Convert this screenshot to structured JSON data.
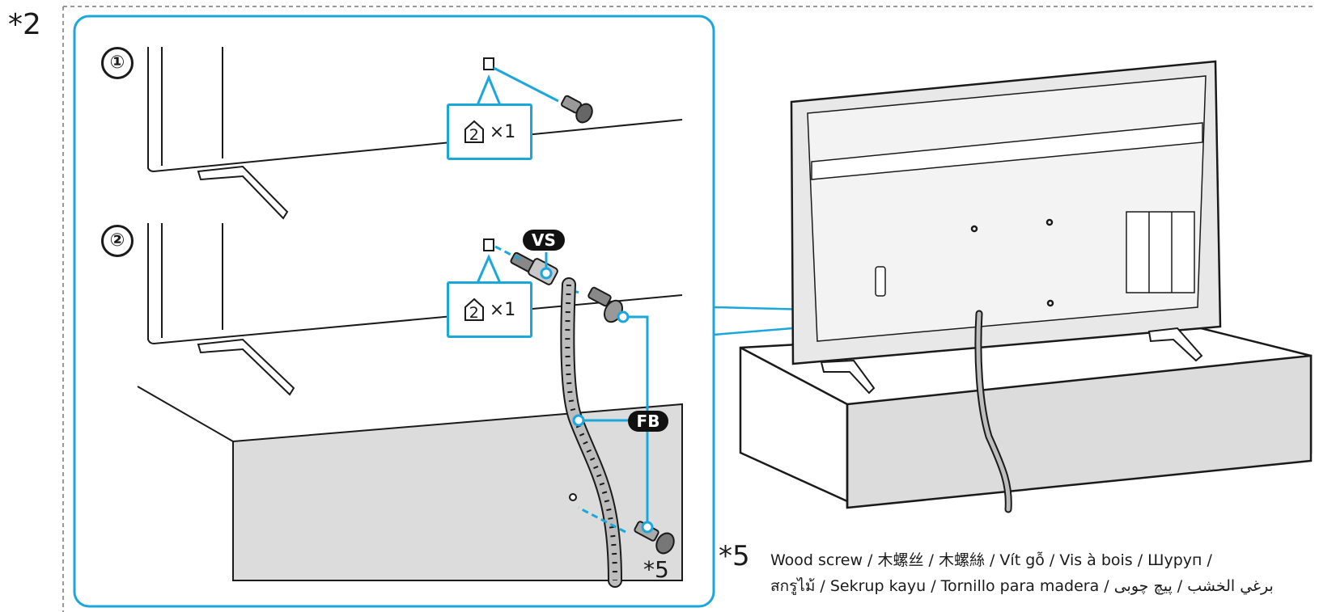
{
  "figure": {
    "ref_label": "*2",
    "steps": [
      {
        "number": "①",
        "callout_text": "×1",
        "callout_icon_num": "2"
      },
      {
        "number": "②",
        "callout_text": "×1",
        "callout_icon_num": "2"
      }
    ],
    "part_labels": {
      "vs": "VS",
      "fb": "FB"
    },
    "screw_ref": "*5",
    "legend": {
      "marker": "*5",
      "line1": "Wood screw / 木螺丝 / 木螺絲 / Vít gỗ / Vis à bois / Шуруп /",
      "line2": "สกรูไม้ / Sekrup kayu / Tornillo para madera / برغي الخشب / پیچ چوبی"
    }
  },
  "colors": {
    "accent": "#1aa7dc",
    "line": "#1a1a1a",
    "shade": "#d8d8d8"
  }
}
